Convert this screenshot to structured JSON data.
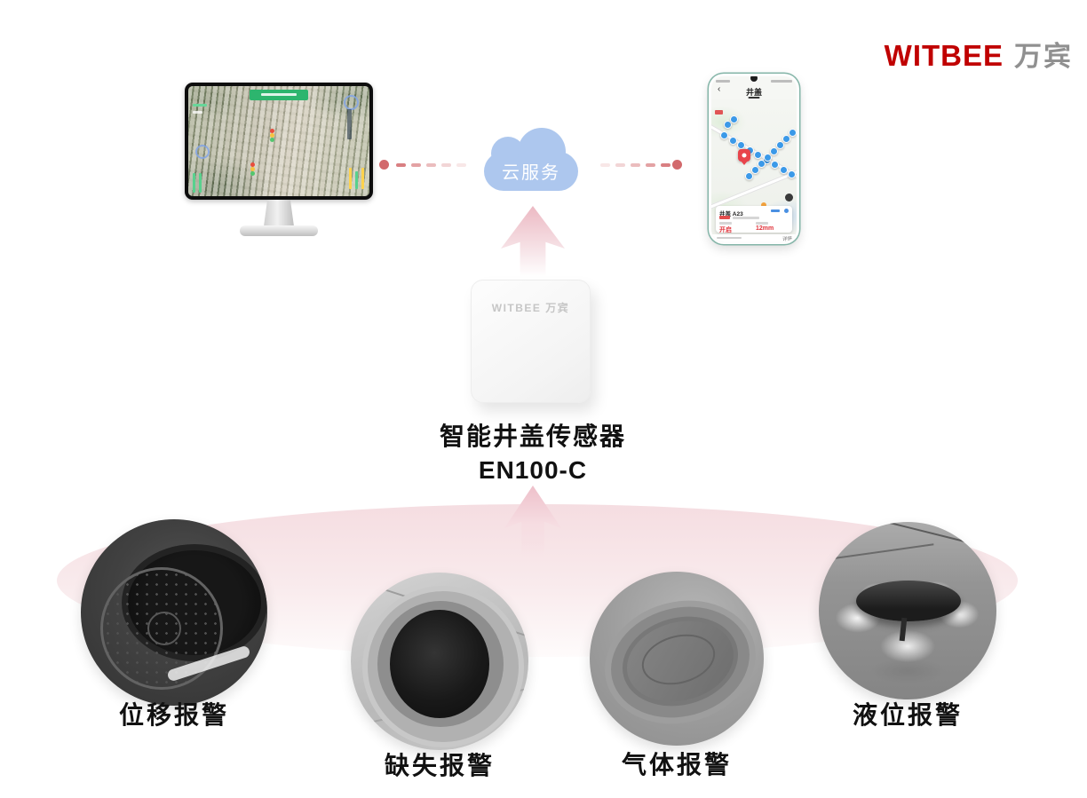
{
  "logo": {
    "brand": "WITBEE",
    "brand_cn": "万宾"
  },
  "colors": {
    "brand_red": "#c00000",
    "brand_gray": "#909090",
    "cloud_blue": "#adc7ee",
    "accent_pink": "#ecb9c3",
    "dash_red": "#d2696c",
    "halo_pink": "#f5dde1"
  },
  "cloud": {
    "label": "云服务"
  },
  "device": {
    "brand_label": "WITBEE 万宾",
    "title_line1": "智能井盖传感器",
    "title_line2": "EN100-C"
  },
  "phone": {
    "header_title": "井盖",
    "back_glyph": "‹",
    "card": {
      "title": "井盖 A23",
      "status_value": "开启",
      "level_value": "12mm",
      "action": "详情"
    }
  },
  "alarms": [
    {
      "label": "位移报警"
    },
    {
      "label": "缺失报警"
    },
    {
      "label": "气体报警"
    },
    {
      "label": "液位报警"
    }
  ]
}
